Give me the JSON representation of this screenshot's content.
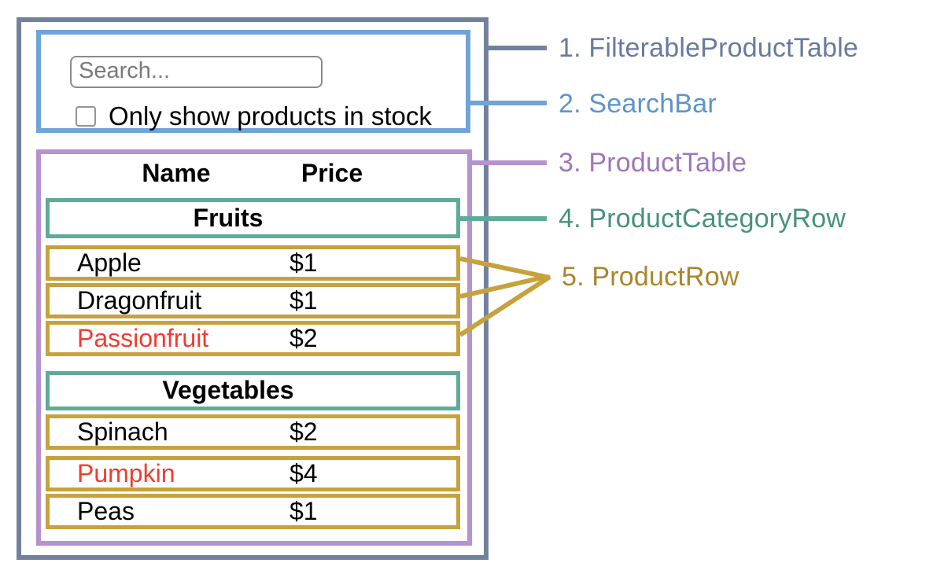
{
  "colors": {
    "filterable_product_table": "#74819e",
    "search_bar": "#6fa3da",
    "product_table": "#b692cf",
    "product_category_row": "#5fab9a",
    "product_row": "#c7a23c",
    "out_of_stock_text": "#f23b2e"
  },
  "search": {
    "placeholder": "Search...",
    "checkbox_label": "Only show products in stock",
    "checked": false
  },
  "product_table": {
    "headers": {
      "name": "Name",
      "price": "Price"
    },
    "sections": [
      {
        "category": "Fruits",
        "rows": [
          {
            "name": "Apple",
            "price": "$1",
            "out_of_stock": false
          },
          {
            "name": "Dragonfruit",
            "price": "$1",
            "out_of_stock": false
          },
          {
            "name": "Passionfruit",
            "price": "$2",
            "out_of_stock": true
          }
        ]
      },
      {
        "category": "Vegetables",
        "rows": [
          {
            "name": "Spinach",
            "price": "$2",
            "out_of_stock": false
          },
          {
            "name": "Pumpkin",
            "price": "$4",
            "out_of_stock": true
          },
          {
            "name": "Peas",
            "price": "$1",
            "out_of_stock": false
          }
        ]
      }
    ]
  },
  "components": [
    {
      "label": "1. FilterableProductTable",
      "color": "#687a9e"
    },
    {
      "label": "2. SearchBar",
      "color": "#5e93cb"
    },
    {
      "label": "3. ProductTable",
      "color": "#9f76bb"
    },
    {
      "label": "4. ProductCategoryRow",
      "color": "#48917f"
    },
    {
      "label": "5. ProductRow",
      "color": "#a8862e"
    }
  ]
}
